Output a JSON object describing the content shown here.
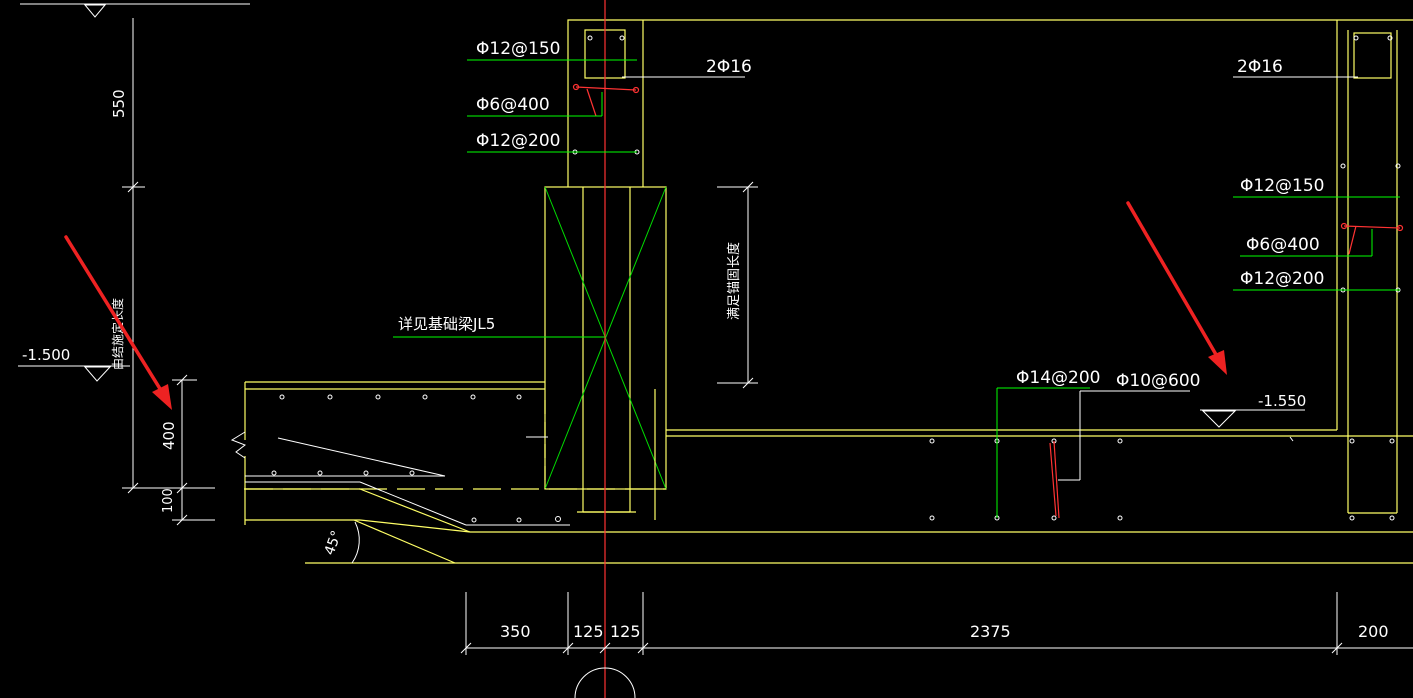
{
  "app": {
    "name": "CAD drawing viewer",
    "canvas_background": "#000000"
  },
  "colors": {
    "outline": "#ffff66",
    "rebar_green": "#00ff00",
    "rebar_red": "#ff3333",
    "centerline": "#ff3333",
    "text": "#ffffff",
    "dimension": "#ffffff",
    "annotation_arrow": "#ee2222"
  },
  "annotations": {
    "col_left_vert": "Φ12@150",
    "col_left_tie": "Φ6@400",
    "col_left_horiz": "Φ12@200",
    "col_left_corner": "2Φ16",
    "col_right_corner": "2Φ16",
    "col_right_vert": "Φ12@150",
    "col_right_tie": "Φ6@400",
    "col_right_horiz": "Φ12@200",
    "beam_ref": "详见基础梁JL5",
    "anchorage_note": "满足锚固长度",
    "left_vertical_note": "由结施定长度",
    "slab_main": "Φ14@200",
    "slab_dist": "Φ10@600"
  },
  "elevations": {
    "left": "-1.500",
    "right": "-1.550"
  },
  "dimensions": {
    "left_550": "550",
    "left_400": "400",
    "left_100": "100",
    "slope_angle": "45°",
    "bottom": [
      "350",
      "125",
      "125",
      "2375",
      "200"
    ]
  },
  "icons": {
    "elevation_marker": "triangle-down-icon",
    "annotation": "red-arrow-icon"
  }
}
